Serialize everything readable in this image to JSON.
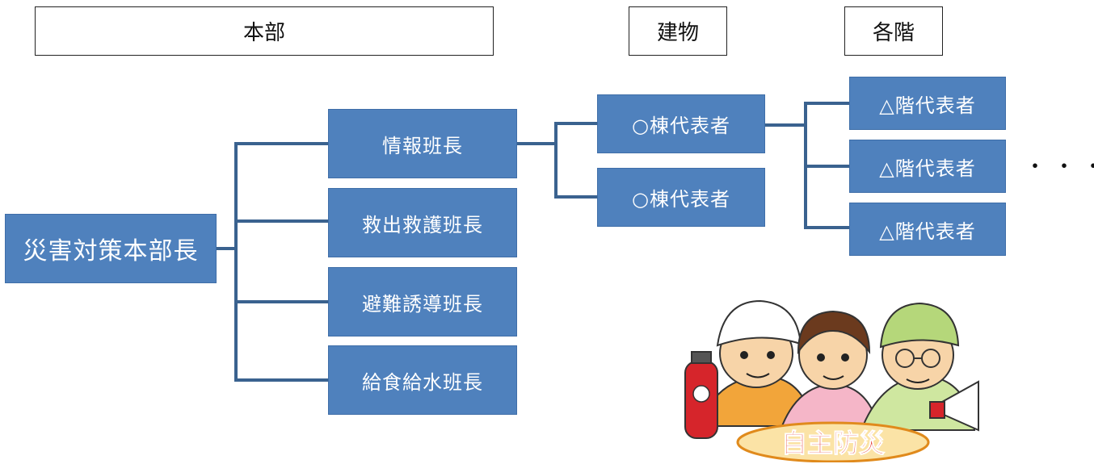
{
  "headers": {
    "honbu": "本部",
    "tatemono": "建物",
    "kakukai": "各階"
  },
  "root": {
    "label": "災害対策本部長"
  },
  "teams": [
    {
      "label": "情報班長"
    },
    {
      "label": "救出救護班長"
    },
    {
      "label": "避難誘導班長"
    },
    {
      "label": "給食給水班長"
    }
  ],
  "buildings": [
    {
      "label": "○棟代表者"
    },
    {
      "label": "○棟代表者"
    }
  ],
  "floors": [
    {
      "label": "△階代表者"
    },
    {
      "label": "△階代表者"
    },
    {
      "label": "△階代表者"
    }
  ],
  "continuation": "・・・",
  "illustration": {
    "banner_text": "自主防災",
    "icon": "volunteer-firefighters-illustration"
  },
  "colors": {
    "node_fill": "#4f81bd",
    "connector": "#3a628f"
  }
}
